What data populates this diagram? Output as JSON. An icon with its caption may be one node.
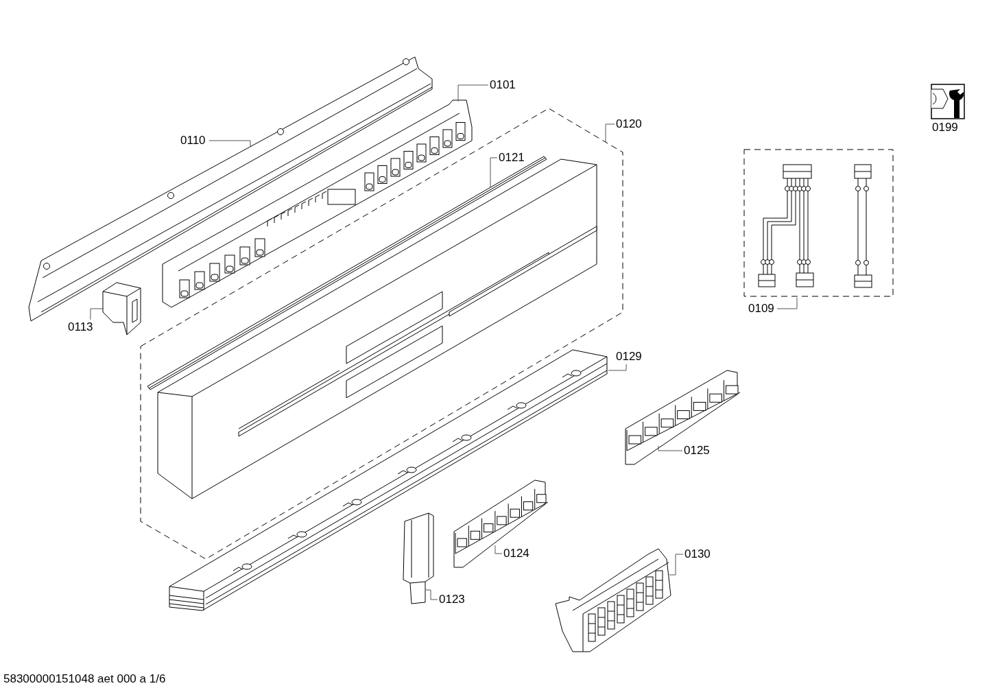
{
  "diagram": {
    "nodes": [
      {
        "text": [
          "0110"
        ]
      },
      {
        "text": [
          "0101"
        ]
      },
      {
        "text": [
          "0120"
        ]
      },
      {
        "text": [
          "0121"
        ],
        "in": 14
      },
      {
        "text": [
          "0199"
        ]
      },
      {
        "text": [
          "0109"
        ]
      },
      {
        "text": [
          "0113"
        ]
      },
      {
        "text": [
          "0129"
        ]
      },
      {
        "text": [
          "0125"
        ]
      },
      {
        "text": [
          "0124"
        ]
      },
      {
        "text": [
          "0123"
        ]
      },
      {
        "text": [
          "0130"
        ]
      },
      {
        "text": [],
        "shape": "picture"
      },
      {
        "text": [],
        "shape": "picture"
      },
      {
        "text": [],
        "shape": "box"
      },
      {
        "text": [],
        "shape": "picture",
        "in": 14
      },
      {
        "text": [],
        "shape": "box"
      },
      {
        "text": [],
        "shape": "picture"
      },
      {
        "text": [],
        "shape": "picture"
      },
      {
        "text": [],
        "shape": "picture"
      },
      {
        "text": [],
        "shape": "picture"
      },
      {
        "text": [],
        "shape": "picture"
      },
      {
        "text": [],
        "shape": "picture"
      }
    ],
    "edges": [
      {
        "from": 0,
        "to": 12,
        "arrow": "none"
      },
      {
        "from": 1,
        "to": 13,
        "arrow": "none"
      },
      {
        "from": 2,
        "to": 14,
        "arrow": "none"
      },
      {
        "from": 3,
        "to": 15,
        "arrow": "none"
      },
      {
        "from": 5,
        "to": 16,
        "arrow": "none"
      },
      {
        "from": 6,
        "to": 17,
        "arrow": "none"
      },
      {
        "from": 7,
        "to": 18,
        "arrow": "none"
      },
      {
        "from": 8,
        "to": 19,
        "arrow": "none"
      },
      {
        "from": 9,
        "to": 20,
        "arrow": "none"
      },
      {
        "from": 10,
        "to": 21,
        "arrow": "none"
      },
      {
        "from": 11,
        "to": 22,
        "arrow": "none"
      }
    ],
    "labels": [
      "58300000151048 aet 000 a 1/6"
    ]
  }
}
